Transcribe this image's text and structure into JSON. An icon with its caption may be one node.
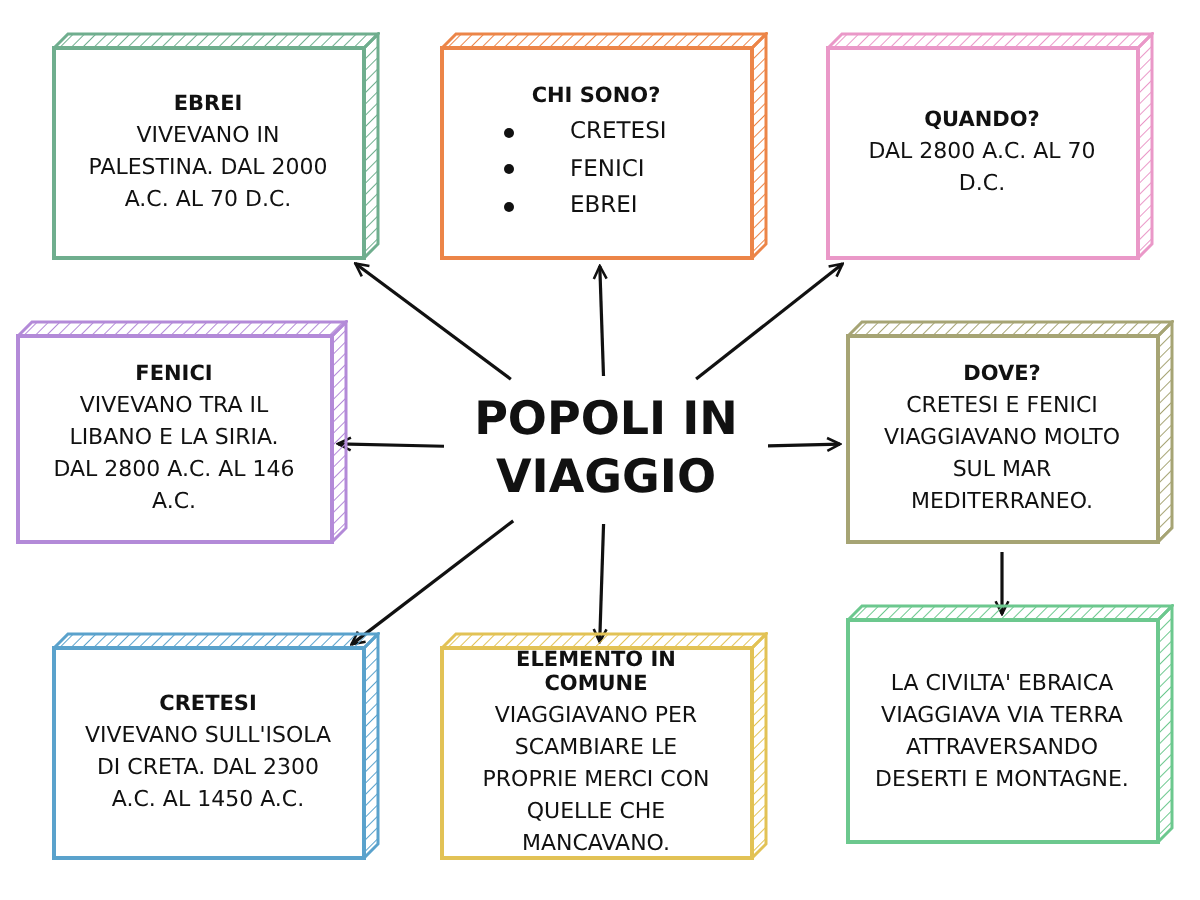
{
  "diagram": {
    "nodes": [
      {
        "text": [
          "POPOLI IN VIAGGIO"
        ]
      },
      {
        "text": [
          "EBREI",
          "VIVEVANO IN PALESTINA. DAL 2000 A.C. AL 70 D.C."
        ]
      },
      {
        "text": [
          "CHI SONO?",
          "CRETESI",
          "FENICI",
          "EBREI"
        ]
      },
      {
        "text": [
          "QUANDO?",
          "DAL 2800 A.C. AL 70 D.C."
        ]
      },
      {
        "text": [
          "FENICI",
          "VIVEVANO TRA IL LIBANO E LA SIRIA. DAL 2800 A.C. AL 146 A.C."
        ]
      },
      {
        "text": [
          "DOVE?",
          "CRETESI E FENICI VIAGGIAVANO MOLTO SUL MAR MEDITERRANEO."
        ]
      },
      {
        "text": [
          "CRETESI",
          "VIVEVANO SULL'ISOLA DI CRETA. DAL 2300 A.C. AL 1450 A.C."
        ]
      },
      {
        "text": [
          "ELEMENTO IN COMUNE",
          "VIAGGIAVANO PER SCAMBIARE LE PROPRIE MERCI CON QUELLE CHE MANCAVANO."
        ]
      },
      {
        "text": [
          "LA CIVILTA' EBRAICA VIAGGIAVA VIA TERRA ATTRAVERSANDO DESERTI E MONTAGNE."
        ]
      }
    ],
    "edges": [
      {
        "from": 0,
        "to": 1,
        "arrow": "to"
      },
      {
        "from": 0,
        "to": 2,
        "arrow": "to"
      },
      {
        "from": 0,
        "to": 3,
        "arrow": "to"
      },
      {
        "from": 0,
        "to": 4,
        "arrow": "to"
      },
      {
        "from": 0,
        "to": 5,
        "arrow": "to"
      },
      {
        "from": 0,
        "to": 6,
        "arrow": "to"
      },
      {
        "from": 0,
        "to": 7,
        "arrow": "to"
      },
      {
        "from": 5,
        "to": 8,
        "arrow": "to"
      }
    ]
  }
}
